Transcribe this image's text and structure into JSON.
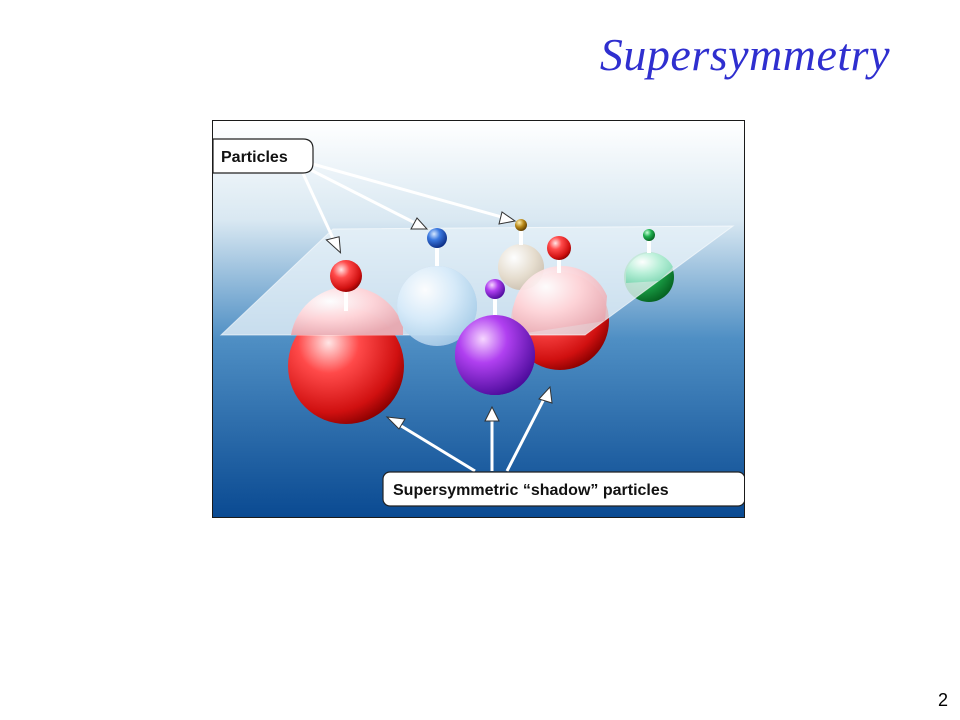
{
  "slide": {
    "title": "Supersymmetry",
    "page_number": "2"
  },
  "figure": {
    "label_particles": "Particles",
    "label_shadow": "Supersymmetric “shadow” particles",
    "colors": {
      "background_top": "#ffffff",
      "background_bottom": "#0d4f96",
      "plane": "#e6f1f8",
      "red": "#e01818",
      "blue": "#1f5fc8",
      "purple": "#8a1fd8",
      "gold": "#b08818",
      "green": "#14a040"
    },
    "particles": [
      {
        "name": "red-particle-1",
        "color": "red"
      },
      {
        "name": "blue-particle",
        "color": "blue"
      },
      {
        "name": "gold-particle",
        "color": "gold"
      },
      {
        "name": "red-particle-2",
        "color": "red"
      },
      {
        "name": "purple-particle",
        "color": "purple"
      },
      {
        "name": "green-particle",
        "color": "green"
      }
    ]
  }
}
